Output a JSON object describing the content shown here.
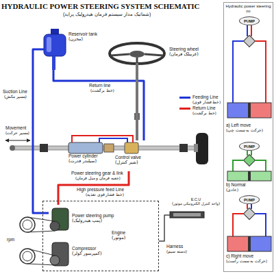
{
  "diagram": {
    "title": "HYDRAULIC POWER STEERING SYSTEM SCHEMATIC",
    "nodes": [
      {
        "text": [
          "Reservoir tank",
          "(مخزن)"
        ]
      },
      {
        "text": [
          "Steering wheel",
          "(غربیلک فرمان)"
        ]
      },
      {
        "text": [
          "Control valve",
          "(شیر کنترل)"
        ]
      },
      {
        "text": [
          "Power cylinder",
          "(سیلندر قدرت)"
        ]
      },
      {
        "text": [
          "Engine",
          "(موتور)"
        ]
      },
      {
        "text": [
          "Power steering pump",
          "(پمپ هیدرولیک)"
        ],
        "in": 4
      },
      {
        "text": [
          "Compressor",
          "(کمپرسور کولر)"
        ],
        "in": 4
      },
      {
        "text": [
          "E.C.U",
          "(واحد کنترل الکترونیکی موتور)"
        ]
      },
      {
        "text": [
          "Hydraulic power steering co"
        ]
      },
      {
        "text": [
          "PUMP"
        ],
        "in": 8
      },
      {
        "text": [
          "PUMP"
        ],
        "in": 8
      },
      {
        "text": [
          "PUMP"
        ],
        "in": 8
      }
    ],
    "edges": [
      {
        "from": 0,
        "to": 5,
        "label": "Suction Line",
        "arrow": "none"
      },
      {
        "from": 2,
        "to": 0,
        "label": "Return line",
        "arrow": "none"
      },
      {
        "from": 5,
        "to": 2,
        "label": "High pressure feed Line",
        "arrow": "none"
      },
      {
        "from": 7,
        "to": 4,
        "label": "Harness",
        "arrow": "none"
      },
      {
        "from": 1,
        "to": 2,
        "arrow": "none"
      }
    ],
    "labels": [
      "(شماتیک مدار سیستم فرمان هیدرولیک پراید)",
      "(مسیر مکش)",
      "(خط برگشت)",
      "(خط فشار قوی)",
      "(خط برگشت)",
      "Movement",
      "(مسیر حرکت)",
      "Power steering gear & link",
      "(جعبه فرمان و میل فرمان)",
      "(خط فشار قوی تغذیه)",
      "rpm",
      "(دسته سیم)",
      "a) Left move",
      "(حرکت به سمت چپ)",
      "b) Normal",
      "(عادی)",
      "c) Right move",
      "(حرکت به سمت راست)"
    ],
    "legend": [
      {
        "text": "Feeding Line",
        "color": "#1f35d6"
      },
      {
        "text": "Return Line",
        "color": "#e0201c"
      }
    ]
  }
}
